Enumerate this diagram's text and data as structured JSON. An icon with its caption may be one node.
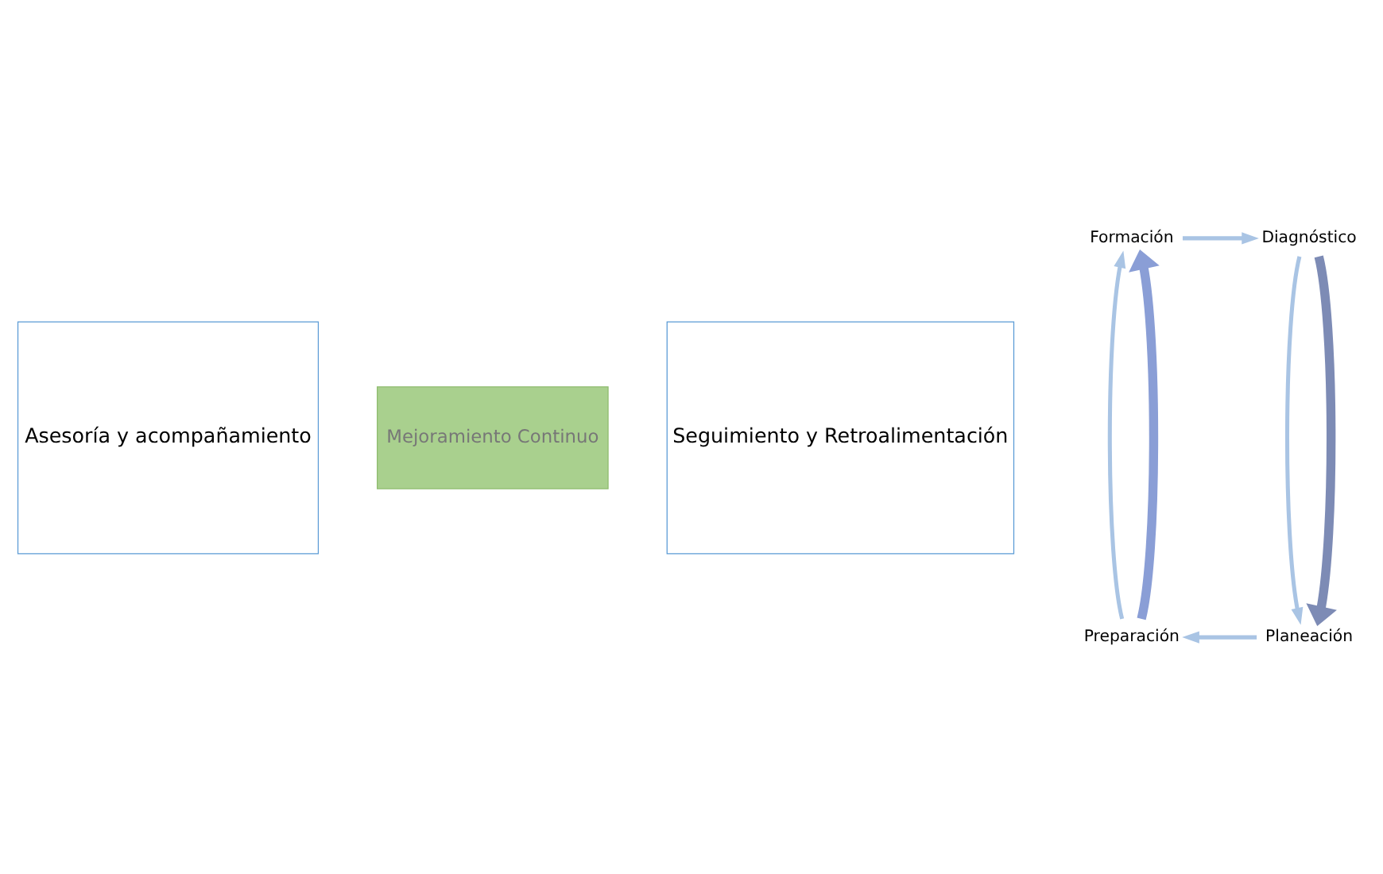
{
  "diagram": {
    "nodes": [
      {
        "text": [
          "Asesoría y acompañamiento"
        ]
      },
      {
        "text": [
          "Seguimiento y Retroalimentación"
        ]
      },
      {
        "text": [
          "Formación"
        ]
      },
      {
        "text": [
          "Diagnóstico"
        ]
      },
      {
        "text": [
          "Planeación"
        ]
      },
      {
        "text": [
          "Preparación"
        ]
      },
      {
        "text": [
          "Mejoramiento Continuo"
        ]
      }
    ],
    "edges": [
      {
        "from": 2,
        "to": 3,
        "arrow": "to"
      },
      {
        "from": 3,
        "to": 4,
        "arrow": "to"
      },
      {
        "from": 4,
        "to": 5,
        "arrow": "to"
      },
      {
        "from": 5,
        "to": 2,
        "arrow": "to"
      },
      {
        "from": 5,
        "to": 2,
        "arrow": "to",
        "style": "thick",
        "color": "#8a9ed6"
      },
      {
        "from": 3,
        "to": 4,
        "arrow": "to",
        "style": "thick",
        "color": "#7d8bb5"
      }
    ]
  }
}
